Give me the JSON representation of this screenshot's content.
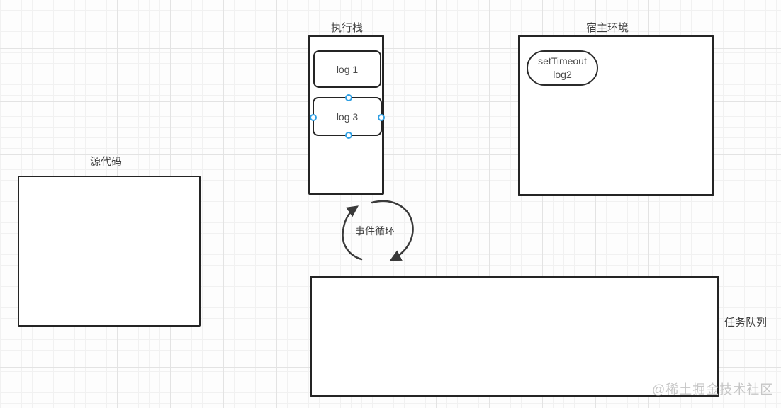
{
  "diagram": {
    "source_code": {
      "label": "源代码"
    },
    "execution_stack": {
      "label": "执行栈",
      "frames": [
        {
          "label": "log 1",
          "selected": false
        },
        {
          "label": "log 3",
          "selected": true
        }
      ]
    },
    "host_environment": {
      "label": "宿主环境",
      "timer": {
        "line1": "setTimeout",
        "line2": "log2"
      }
    },
    "event_loop": {
      "label": "事件循环",
      "direction": "clockwise"
    },
    "task_queue": {
      "label": "任务队列"
    }
  },
  "watermark": {
    "text": "@稀土掘金技术社区"
  },
  "colors": {
    "shape_border": "#242424",
    "shape_fill": "#ffffff",
    "text": "#4a4a4a",
    "selection_handle": "#2f9fe3",
    "arrow": "#3a3a3a",
    "watermark": "#c6c6c6",
    "grid_minor": "#f1f1f1",
    "grid_major": "#e3e3e3"
  }
}
